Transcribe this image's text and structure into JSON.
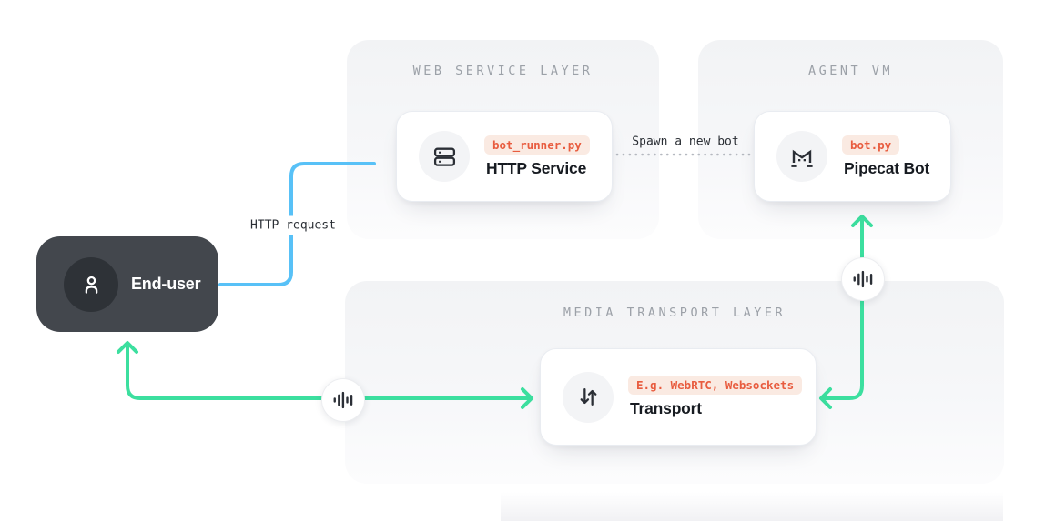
{
  "diagram": {
    "panels": {
      "web_service": {
        "title": "WEB SERVICE LAYER"
      },
      "agent_vm": {
        "title": "AGENT VM"
      },
      "media_transport": {
        "title": "MEDIA TRANSPORT LAYER"
      }
    },
    "nodes": {
      "end_user": {
        "label": "End-user",
        "icon": "user-icon"
      },
      "http_service": {
        "label": "HTTP Service",
        "badge": "bot_runner.py",
        "icon": "server-icon"
      },
      "pipecat_bot": {
        "label": "Pipecat Bot",
        "badge": "bot.py",
        "icon": "cat-icon"
      },
      "transport": {
        "label": "Transport",
        "badge": "E.g. WebRTC, Websockets",
        "icon": "transfer-arrows-icon"
      }
    },
    "edges": {
      "http_request": {
        "label": "HTTP request",
        "from": "end_user",
        "to": "http_service",
        "style": "solid-elbow",
        "color": "#58c1f7"
      },
      "spawn_bot": {
        "label": "Spawn a new bot",
        "from": "http_service",
        "to": "pipecat_bot",
        "style": "dotted",
        "color": "#b4b8bf"
      },
      "user_media": {
        "between": [
          "transport",
          "end_user"
        ],
        "style": "arrow-both-ends",
        "color": "#3cdf9f",
        "icon": "audio-waveform-icon"
      },
      "bot_media": {
        "between": [
          "transport",
          "pipecat_bot"
        ],
        "style": "arrow-both-ends",
        "color": "#3cdf9f",
        "icon": "audio-waveform-icon"
      }
    },
    "colors": {
      "background": "#ffffff",
      "panel_background": "#f2f3f5",
      "panel_title": "#9ca1a8",
      "card_background": "#ffffff",
      "badge_background": "#faeae2",
      "badge_text": "#e85c3f",
      "node_title": "#171b21",
      "end_user_background": "#43474d",
      "edge_blue": "#58c1f7",
      "edge_green": "#3cdf9f",
      "dotted_line": "#b4b8bf"
    }
  }
}
